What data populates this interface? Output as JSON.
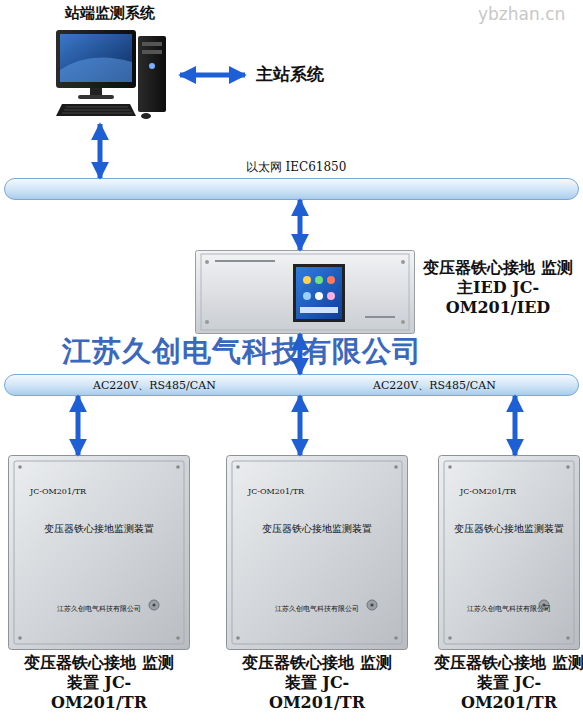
{
  "diagram": {
    "nodes": [
      {
        "text": [
          "站端监测系统"
        ]
      },
      {
        "text": [
          "主站系统"
        ]
      },
      {
        "text": [
          "以太网 IEC61850"
        ]
      },
      {
        "text": [
          "变压器铁心接地 监测主IED JC-OM201/IED"
        ]
      },
      {
        "text": [
          "AC220V、RS485/CAN",
          "AC220V、RS485/CAN"
        ]
      },
      {
        "text": [
          "JC-OM201/TR",
          "变压器铁心接地监测装置",
          "江苏久创电气科技有限公司",
          "变压器铁心接地 监测装置 JC-OM201/TR"
        ]
      },
      {
        "text": [
          "JC-OM201/TR",
          "变压器铁心接地监测装置",
          "江苏久创电气科技有限公司",
          "变压器铁心接地 监测装置 JC-OM201/TR"
        ]
      },
      {
        "text": [
          "JC-OM201/TR",
          "变压器铁心接地监测装置",
          "江苏久创电气科技有限公司",
          "变压器铁心接地 监测装置 JC-OM201/TR"
        ]
      }
    ],
    "edges": [
      {
        "from": 0,
        "to": 1,
        "arrow": "both"
      },
      {
        "from": 0,
        "to": 2,
        "arrow": "both"
      },
      {
        "from": 2,
        "to": 3,
        "arrow": "both"
      },
      {
        "from": 3,
        "to": 4,
        "arrow": "both"
      },
      {
        "from": 4,
        "to": 5,
        "arrow": "both"
      },
      {
        "from": 4,
        "to": 6,
        "arrow": "both"
      },
      {
        "from": 4,
        "to": 7,
        "arrow": "both"
      }
    ],
    "labels": [
      "江苏久创电气科技有限公司",
      "ybzhan.cn"
    ]
  }
}
